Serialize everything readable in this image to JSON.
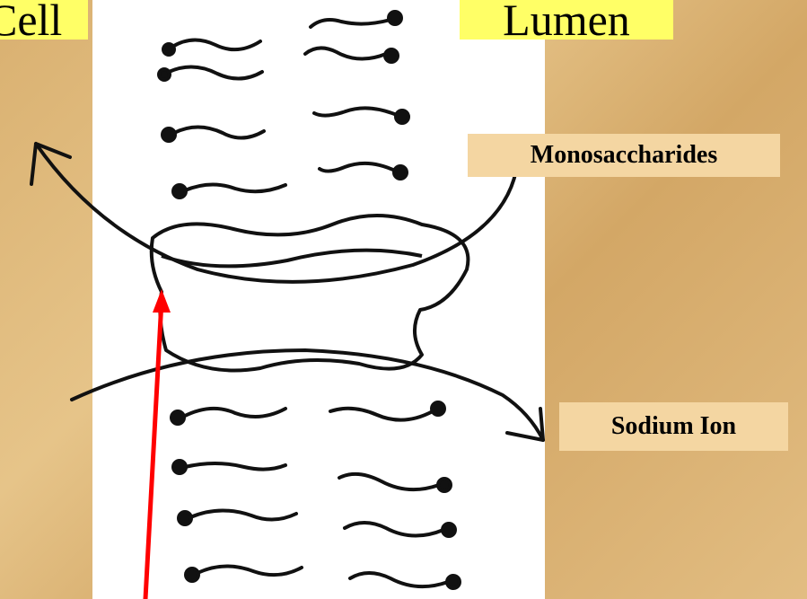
{
  "labels": {
    "cell": "Cell",
    "lumen": "Lumen",
    "monosaccharides": "Monosaccharides",
    "sodium_ion": "Sodium Ion"
  },
  "colors": {
    "background": "#e0b878",
    "label_highlight": "#ffff66",
    "label_box": "#f4d6a2",
    "pointer_arrow": "#ff0000",
    "line": "#111111"
  }
}
